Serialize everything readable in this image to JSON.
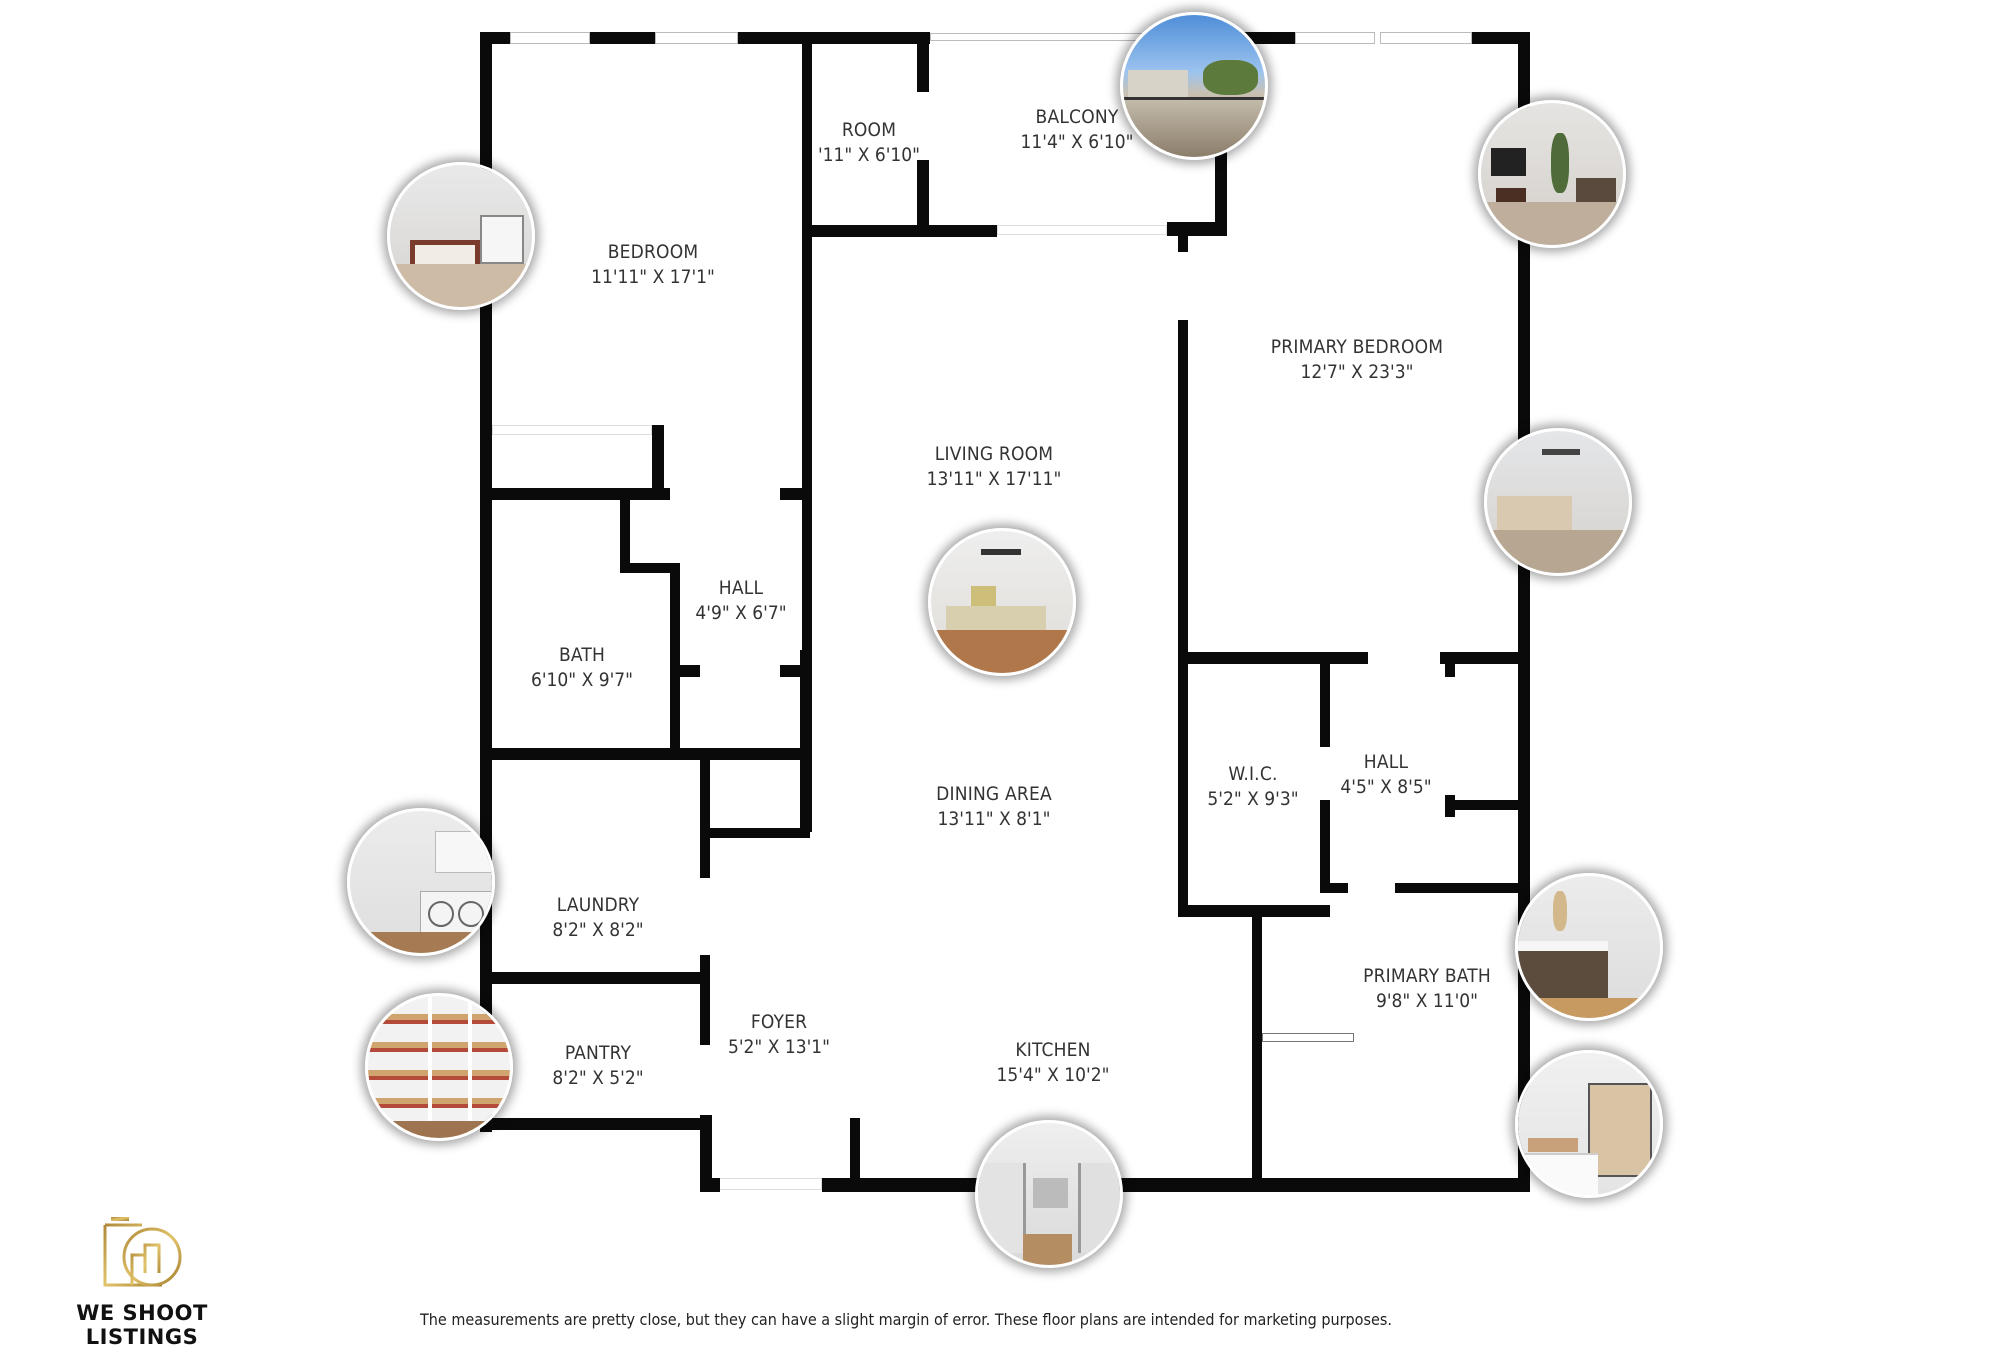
{
  "brand": {
    "name": "WE SHOOT LISTINGS",
    "logo_icon": "camera-monogram-logo-icon",
    "logo_color": "#c9a54a"
  },
  "disclaimer": "The measurements are pretty close, but they can have a slight margin of error. These floor plans are intended for marketing purposes.",
  "rooms": [
    {
      "name": "BEDROOM",
      "dimensions": "11'11\" X 17'1\""
    },
    {
      "name": "ROOM",
      "dimensions": "'11\" X 6'10\""
    },
    {
      "name": "BALCONY",
      "dimensions": "11'4\" X 6'10\""
    },
    {
      "name": "PRIMARY BEDROOM",
      "dimensions": "12'7\" X 23'3\""
    },
    {
      "name": "LIVING ROOM",
      "dimensions": "13'11\" X 17'11\""
    },
    {
      "name": "HALL",
      "dimensions": "4'9\" X 6'7\""
    },
    {
      "name": "BATH",
      "dimensions": "6'10\" X 9'7\""
    },
    {
      "name": "DINING AREA",
      "dimensions": "13'11\" X 8'1\""
    },
    {
      "name": "W.I.C.",
      "dimensions": "5'2\" X 9'3\""
    },
    {
      "name": "HALL",
      "dimensions": "4'5\" X 8'5\""
    },
    {
      "name": "LAUNDRY",
      "dimensions": "8'2\" X 8'2\""
    },
    {
      "name": "PRIMARY BATH",
      "dimensions": "9'8\" X 11'0\""
    },
    {
      "name": "PANTRY",
      "dimensions": "8'2\" X 5'2\""
    },
    {
      "name": "FOYER",
      "dimensions": "5'2\" X 13'1\""
    },
    {
      "name": "KITCHEN",
      "dimensions": "15'4\" X 10'2\""
    }
  ],
  "photo_markers": [
    {
      "room": "Bedroom",
      "icon": "bedroom-photo-icon"
    },
    {
      "room": "Balcony",
      "icon": "balcony-photo-icon"
    },
    {
      "room": "Primary Bedroom",
      "icon": "primary-bedroom-sitting-photo-icon"
    },
    {
      "room": "Primary Bedroom",
      "icon": "primary-bedroom-bed-photo-icon"
    },
    {
      "room": "Living Room",
      "icon": "living-room-photo-icon"
    },
    {
      "room": "Laundry",
      "icon": "laundry-photo-icon"
    },
    {
      "room": "Pantry",
      "icon": "pantry-photo-icon"
    },
    {
      "room": "Kitchen",
      "icon": "kitchen-photo-icon"
    },
    {
      "room": "Primary Bath",
      "icon": "primary-bath-vanity-photo-icon"
    },
    {
      "room": "Primary Bath",
      "icon": "primary-bath-shower-photo-icon"
    }
  ]
}
